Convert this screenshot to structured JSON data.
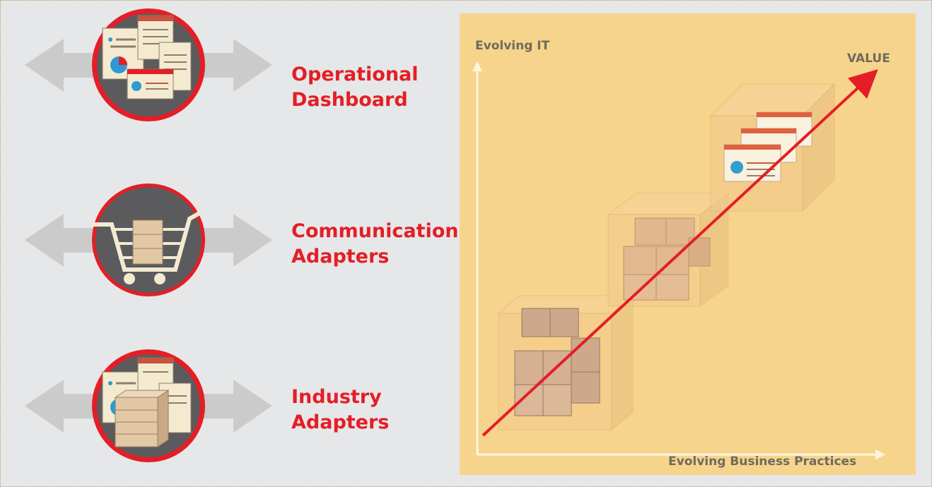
{
  "left_items": [
    {
      "label": "Operational\nDashboard",
      "icon": "dashboard-documents-icon"
    },
    {
      "label": "Communication\nAdapters",
      "icon": "shopping-cart-icon"
    },
    {
      "label": "Industry\nAdapters",
      "icon": "documents-crate-icon"
    }
  ],
  "diagram": {
    "y_axis_label": "Evolving IT",
    "x_axis_label": "Evolving Business Practices",
    "arrow_label": "VALUE"
  },
  "colors": {
    "accent_red": "#e41e26",
    "panel": "#f6d48b",
    "background": "#e6e7e8",
    "icon_circle": "#5b5b5e",
    "arrow_gray": "#cbcbcb"
  }
}
